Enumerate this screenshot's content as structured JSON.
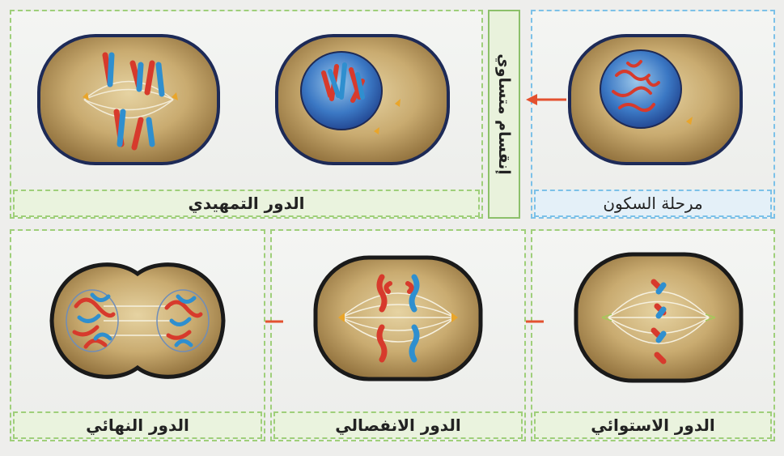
{
  "colors": {
    "panel_border_green": "#9fcf7a",
    "panel_border_blue": "#7cc1e8",
    "arrow": "#e3512f",
    "chromosome_red": "#d73a2c",
    "chromosome_blue": "#2f8fcf",
    "cytoplasm": "#c2a26a",
    "membrane": "#1d2a57"
  },
  "label_interphase": "مرحلة السكون",
  "label_mitosis": "إنقسام متساوي",
  "label_prophase": "الدور التمهيدي",
  "label_metaphase": "الدور الاستوائي",
  "label_anaphase": "الدور الانفصالي",
  "label_telophase": "الدور النهائي"
}
